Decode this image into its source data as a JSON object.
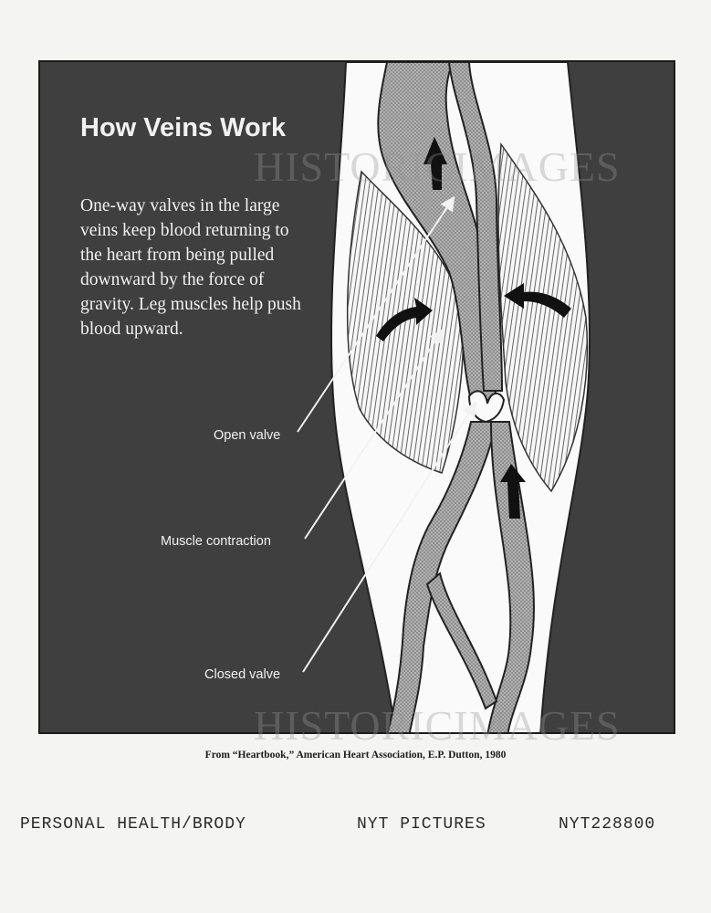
{
  "diagram": {
    "title": "How Veins Work",
    "description": "One-way valves in the large veins keep blood returning to the heart from being pulled downward by the force of gravity. Leg muscles help push blood upward.",
    "labels": {
      "open_valve": "Open valve",
      "muscle_contraction": "Muscle contraction",
      "closed_valve": "Closed valve"
    }
  },
  "watermark": "HISTORICIMAGES",
  "credit": "From “Heartbook,” American Heart Association, E.P. Dutton, 1980",
  "caption": {
    "left": "PERSONAL HEALTH/BRODY",
    "middle": "NYT PICTURES",
    "right": "NYT228800"
  },
  "colors": {
    "background_panel": "#3f3f3f",
    "leg": "#fafafa",
    "muscle_lines": "#555555",
    "vein_fill": "#9a9a9a",
    "text": "#f2f2f2"
  }
}
